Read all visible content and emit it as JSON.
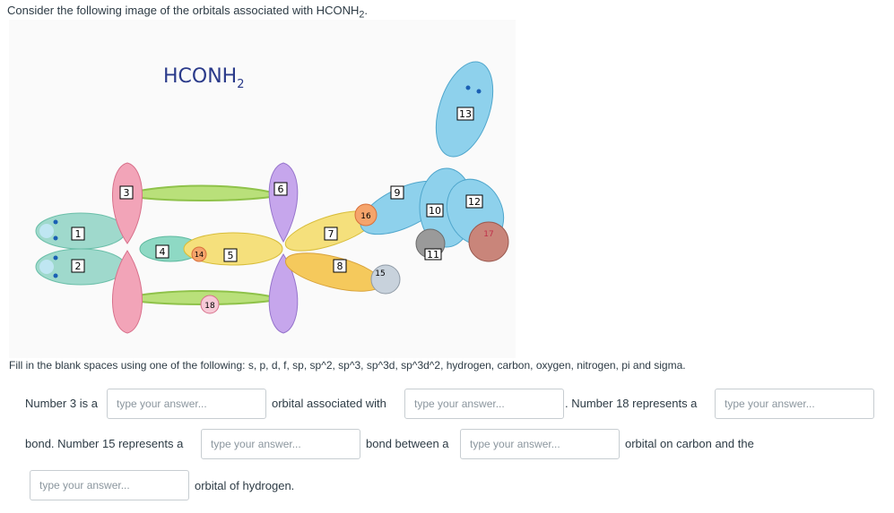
{
  "question": {
    "prompt": "Consider the following image of the orbitals associated with HCONH",
    "prompt_subscript": "2",
    "prompt_end": "."
  },
  "figure": {
    "molecule_label": "HCONH",
    "molecule_subscript": "2",
    "labels": {
      "n1": "1",
      "n2": "2",
      "n3": "3",
      "n4": "4",
      "n5": "5",
      "n6": "6",
      "n7": "7",
      "n8": "8",
      "n9": "9",
      "n10": "10",
      "n11": "11",
      "n12": "12",
      "n13": "13",
      "n14": "14",
      "n15": "15",
      "n16": "16",
      "n17": "17",
      "n18": "18"
    }
  },
  "instructions": "Fill in the blank spaces using one of the following: s, p, d, f, sp, sp^2, sp^3, sp^3d, sp^3d^2, hydrogen, carbon, oxygen, nitrogen, pi and sigma.",
  "sentence": {
    "t1": "Number 3 is a",
    "t2": "orbital associated with",
    "t3": ". Number 18 represents a",
    "t4": "bond. Number 15 represents a",
    "t5": "bond between a",
    "t6": "orbital on carbon and the",
    "t7": "orbital of hydrogen."
  },
  "answers": {
    "placeholder": "type your answer..."
  }
}
